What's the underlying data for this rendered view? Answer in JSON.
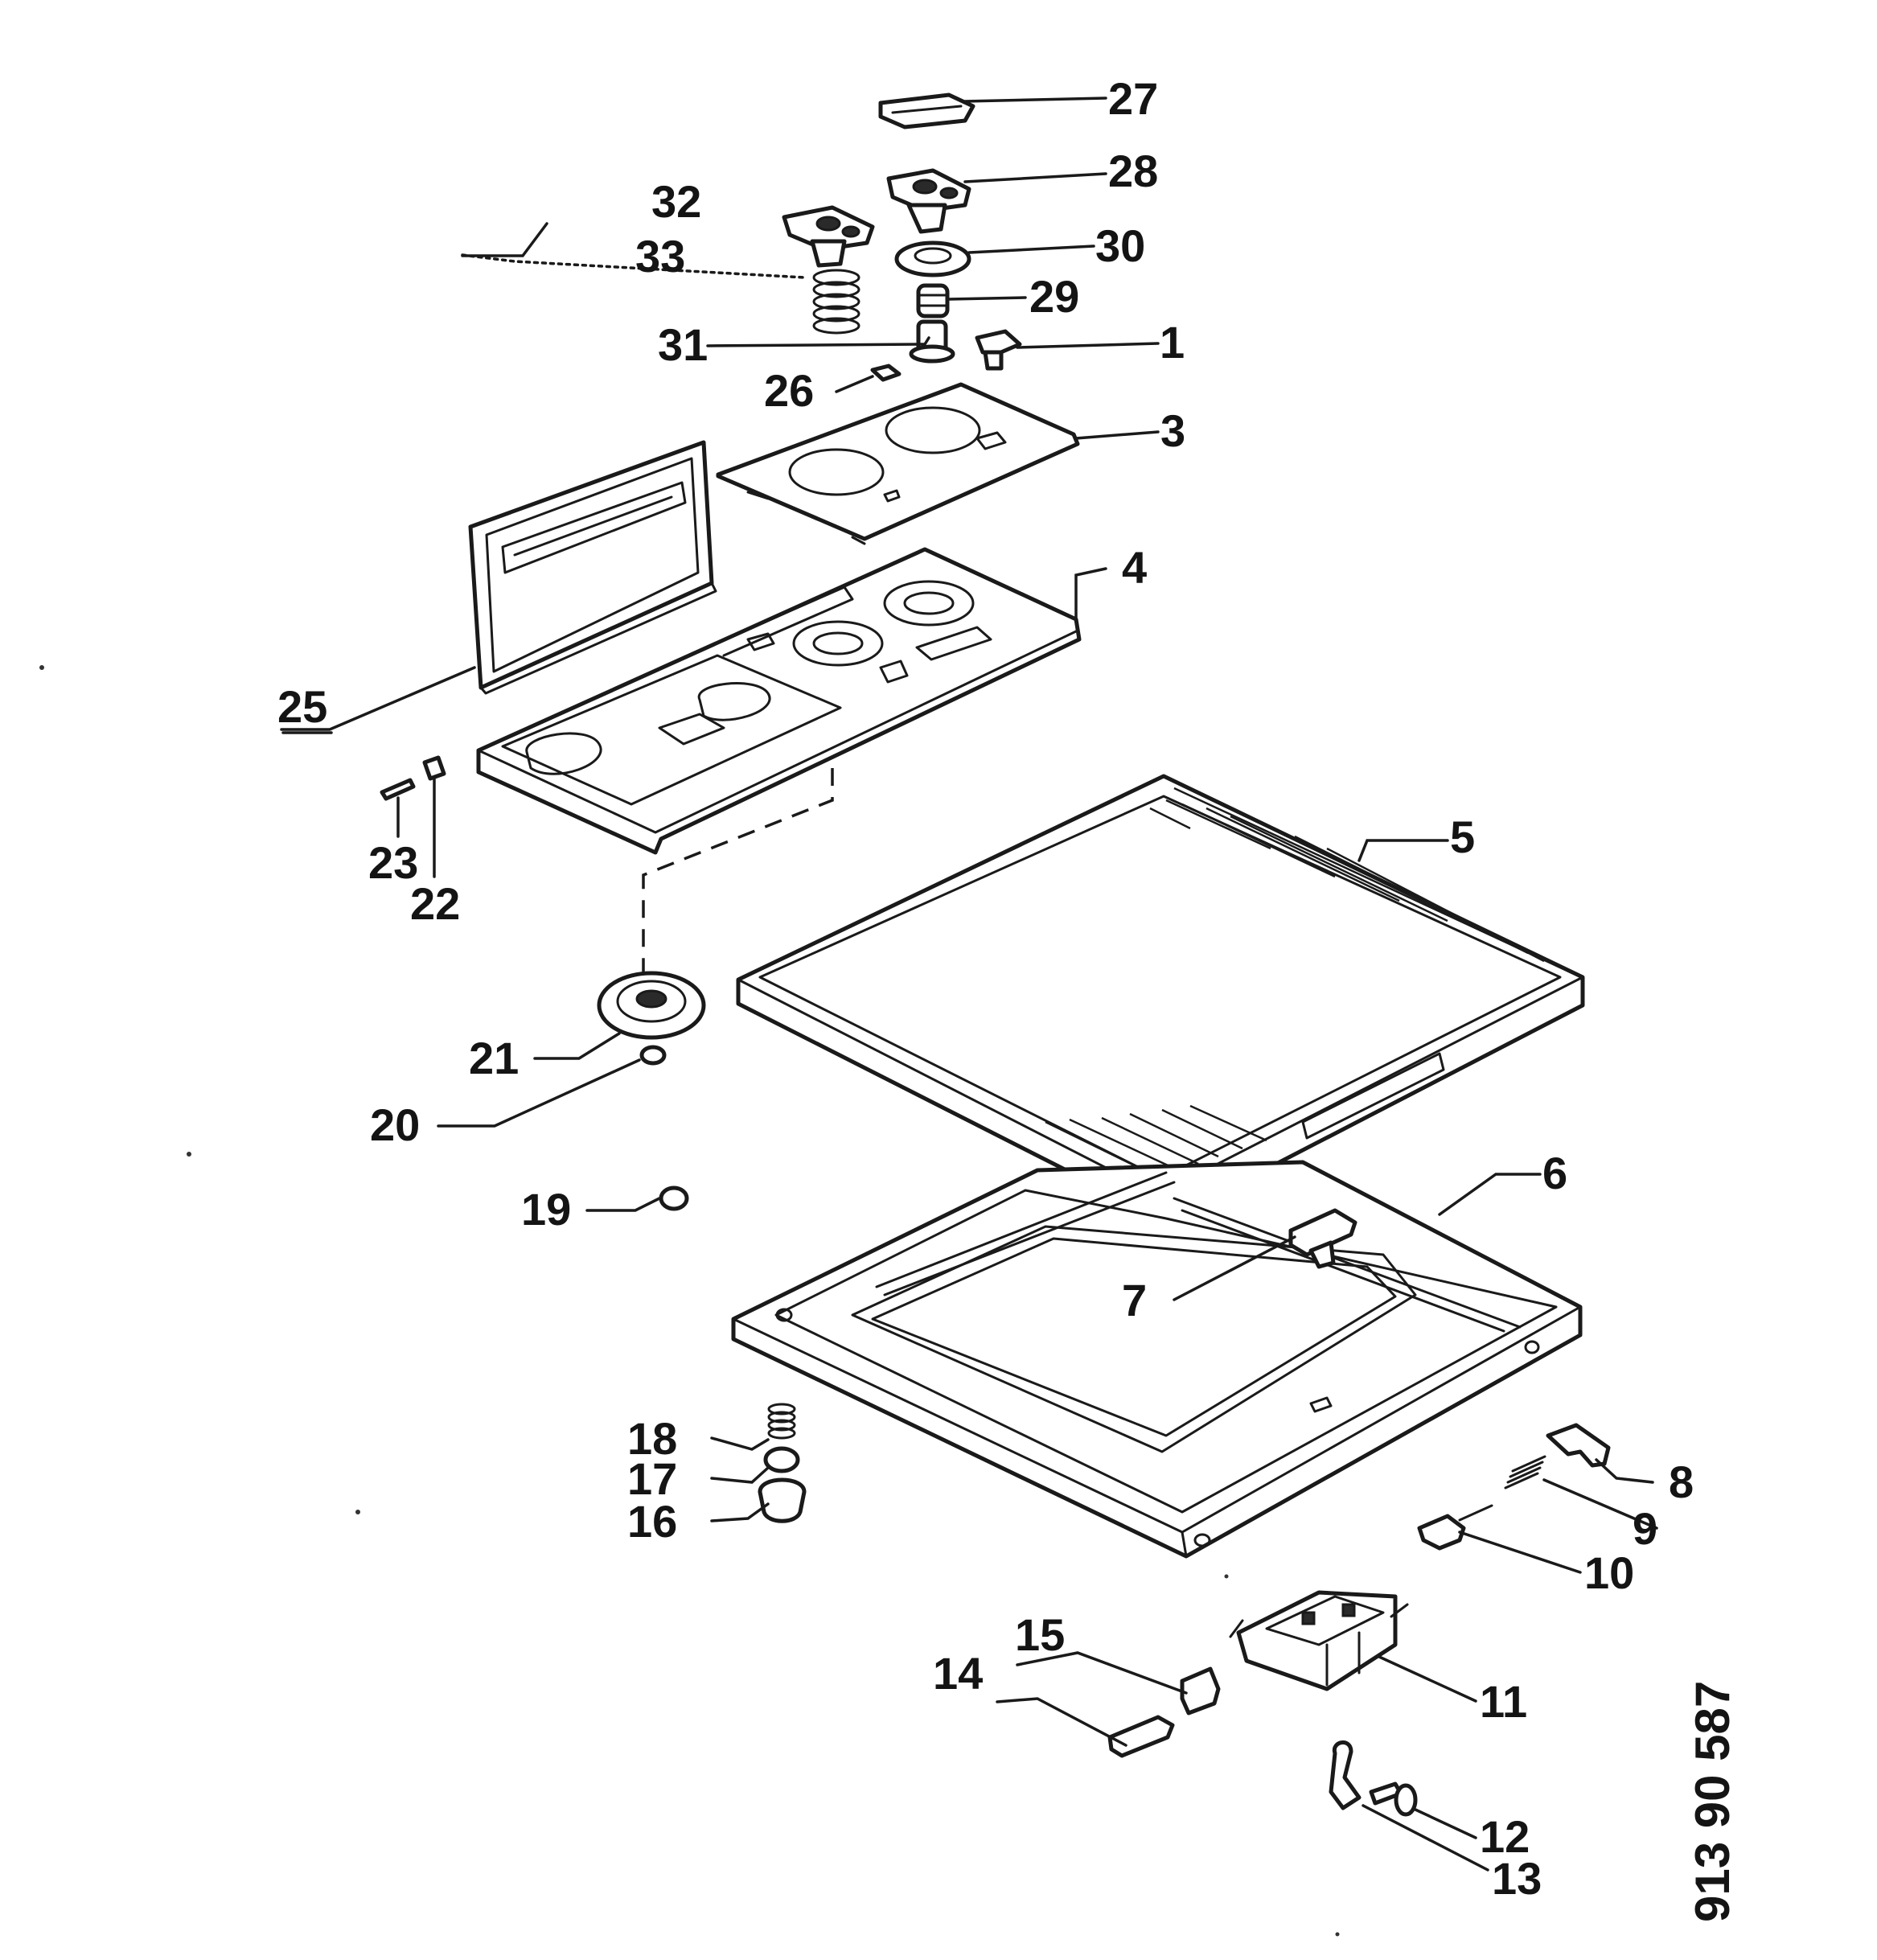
{
  "diagram": {
    "labels": {
      "l1": "1",
      "l3": "3",
      "l4": "4",
      "l5": "5",
      "l6": "6",
      "l7": "7",
      "l8": "8",
      "l9": "9",
      "l10": "10",
      "l11": "11",
      "l12": "12",
      "l13": "13",
      "l14": "14",
      "l15": "15",
      "l16": "16",
      "l17": "17",
      "l18": "18",
      "l19": "19",
      "l20": "20",
      "l21": "21",
      "l22": "22",
      "l23": "23",
      "l25": "25",
      "l26": "26",
      "l27": "27",
      "l28": "28",
      "l29": "29",
      "l30": "30",
      "l31": "31",
      "l32": "32",
      "l33": "33"
    },
    "drawing_code": "913 90 587"
  }
}
